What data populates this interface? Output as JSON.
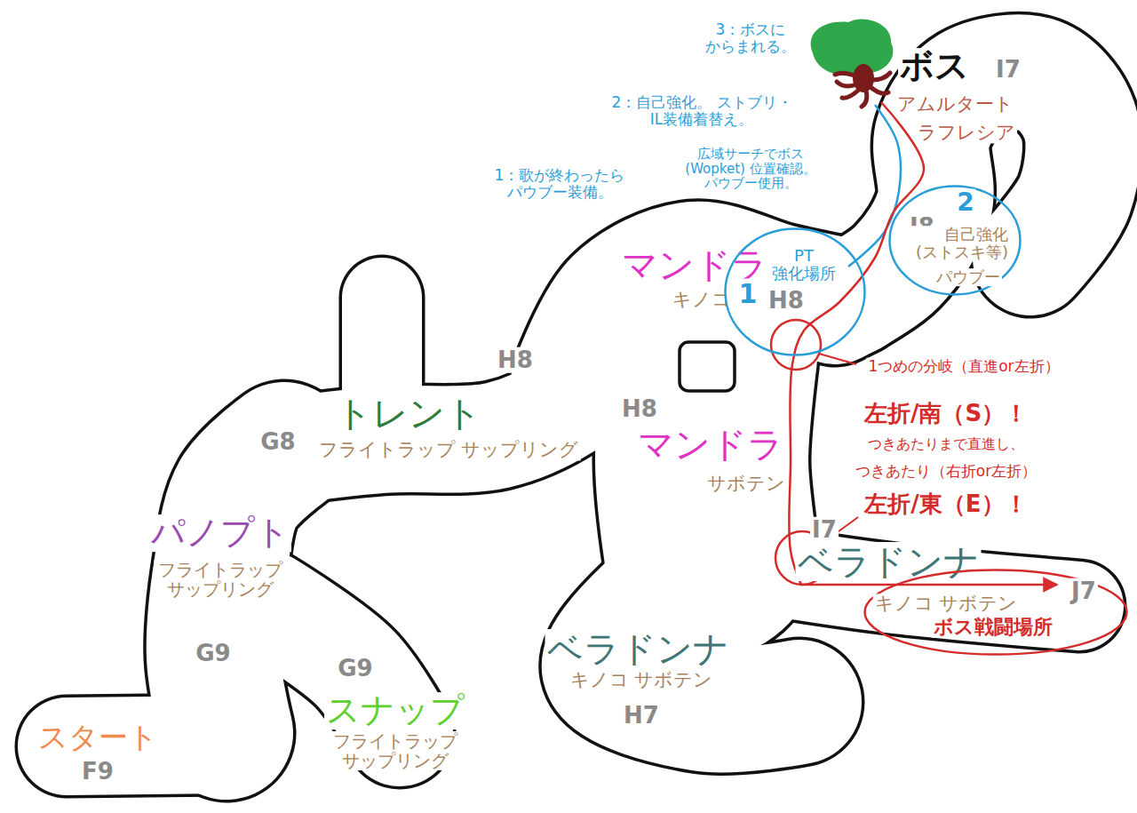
{
  "diagram": {
    "nodes": [
      {
        "text": [
          "PT 強化場所",
          "1",
          "H8"
        ]
      },
      {
        "text": [
          "I8",
          "2",
          "自己強化 (ストスキ等)",
          "パウブー"
        ]
      },
      {
        "text": [
          "キノコ サボテン",
          "J7",
          "ボス戦闘場所"
        ]
      }
    ],
    "labels": [
      "3：ボスに からまれる。",
      "ボス",
      "I7",
      "2：自己強化。 ストブリ・IL装備着替え。",
      "アムルタート",
      "ラフレシア",
      "広域サーチでボス(Wopket) 位置確認。 パウブー使用。",
      "1：歌が終わったら パウブー装備。",
      "マンドラ",
      "キノコ",
      "H8",
      "1つめの分岐（直進or左折）",
      "トレント",
      "H8",
      "左折/南（S）！",
      "G8",
      "フライトラップ サップリング",
      "つきあたりまで直進し、",
      "マンドラ",
      "サボテン",
      "つきあたり（右折or左折）",
      "左折/東（E）！",
      "パノプト",
      "I7",
      "ベラドンナ",
      "フライトラップ サップリング",
      "ベラドンナ",
      "G9",
      "G9",
      "キノコ サボテン",
      "スナップ",
      "H7",
      "フライトラップ サップリング",
      "スタート",
      "F9"
    ]
  }
}
